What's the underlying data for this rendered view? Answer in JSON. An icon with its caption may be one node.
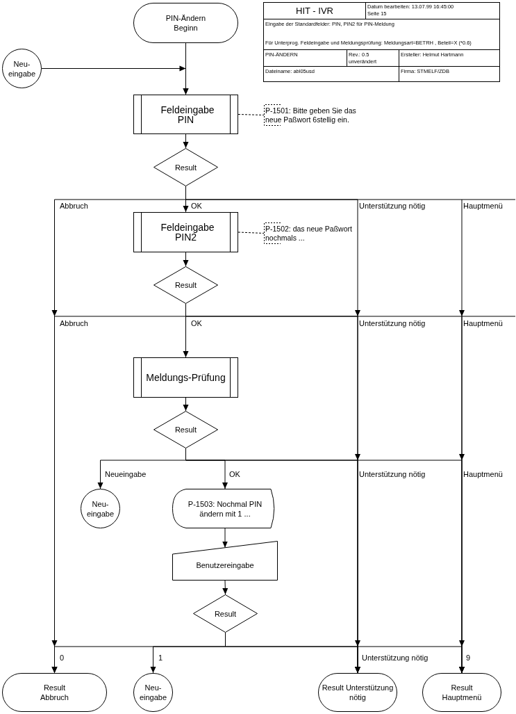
{
  "diagram": {
    "nodes": [
      {
        "text": [
          "PIN-Ändern Beginn"
        ]
      },
      {
        "text": [
          "Neu- eingabe"
        ]
      },
      {
        "text": [
          "Feldeingabe PIN"
        ]
      },
      {
        "text": [
          "P-1501: Bitte geben Sie das neue Paßwort 6stellig ein."
        ]
      },
      {
        "text": [
          "Result"
        ]
      },
      {
        "text": [
          "Feldeingabe PIN2"
        ]
      },
      {
        "text": [
          "P-1502: das neue Paßwort nochmals ..."
        ]
      },
      {
        "text": [
          "Result"
        ]
      },
      {
        "text": [
          "Meldungs-Prüfung"
        ]
      },
      {
        "text": [
          "Result"
        ]
      },
      {
        "text": [
          "Neu- eingabe"
        ]
      },
      {
        "text": [
          "P-1503: Nochmal PIN ändern mit 1 ..."
        ]
      },
      {
        "text": [
          "Benutzereingabe"
        ]
      },
      {
        "text": [
          "Result"
        ]
      },
      {
        "text": [
          "Result Abbruch"
        ]
      },
      {
        "text": [
          "Neu- eingabe"
        ]
      },
      {
        "text": [
          "Result Unterstützung nötig"
        ]
      },
      {
        "text": [
          "Result Hauptmenü"
        ]
      }
    ],
    "edges": [
      {
        "from": 0,
        "to": 2,
        "arrow": "to"
      },
      {
        "from": 1,
        "to": 2,
        "arrow": "to"
      },
      {
        "from": 2,
        "to": 4,
        "arrow": "to"
      },
      {
        "from": 4,
        "to": 5,
        "arrow": "to",
        "label": "OK"
      },
      {
        "from": 4,
        "to": 14,
        "arrow": "to",
        "label": "Abbruch"
      },
      {
        "from": 4,
        "to": 16,
        "arrow": "to",
        "label": "Unterstützung nötig"
      },
      {
        "from": 4,
        "to": 17,
        "arrow": "to",
        "label": "Hauptmenü"
      },
      {
        "from": 5,
        "to": 7,
        "arrow": "to"
      },
      {
        "from": 7,
        "to": 8,
        "arrow": "to",
        "label": "OK"
      },
      {
        "from": 7,
        "to": 14,
        "arrow": "to",
        "label": "Abbruch"
      },
      {
        "from": 7,
        "to": 16,
        "arrow": "to",
        "label": "Unterstützung nötig"
      },
      {
        "from": 7,
        "to": 17,
        "arrow": "to",
        "label": "Hauptmenü"
      },
      {
        "from": 8,
        "to": 9,
        "arrow": "to"
      },
      {
        "from": 9,
        "to": 10,
        "arrow": "to",
        "label": "Neueingabe"
      },
      {
        "from": 9,
        "to": 11,
        "arrow": "to",
        "label": "OK"
      },
      {
        "from": 9,
        "to": 16,
        "arrow": "to",
        "label": "Unterstützung nötig"
      },
      {
        "from": 9,
        "to": 17,
        "arrow": "to",
        "label": "Hauptmenü"
      },
      {
        "from": 11,
        "to": 12,
        "arrow": "to"
      },
      {
        "from": 12,
        "to": 13,
        "arrow": "to"
      },
      {
        "from": 13,
        "to": 14,
        "arrow": "to",
        "label": "0"
      },
      {
        "from": 13,
        "to": 15,
        "arrow": "to",
        "label": "1"
      },
      {
        "from": 13,
        "to": 16,
        "arrow": "to",
        "label": "Unterstützung nötig"
      },
      {
        "from": 13,
        "to": 17,
        "arrow": "to",
        "label": "9"
      },
      {
        "from": 2,
        "to": 3,
        "arrow": "none",
        "style": "dashed"
      },
      {
        "from": 5,
        "to": 6,
        "arrow": "none",
        "style": "dashed"
      }
    ],
    "labels": [
      "HIT - IVR",
      "Datum bearbeiten: 13.07.99 16:45:00",
      "Seite 15",
      "Eingabe der Standardfelder: PIN, PIN2 für PIN-Meldung",
      "Für Unterprog. Feldeingabe und Meldungsprüfung: Meldungsart=BETRH , Beteil=X (*0.6)",
      "PIN-ÄNDERN",
      "Rev.: 0.5 unverändert",
      "Ersteller: Helmut Hartmann",
      "Dateiname: abl05usd",
      "Firma: STMELF/ZDB"
    ]
  }
}
